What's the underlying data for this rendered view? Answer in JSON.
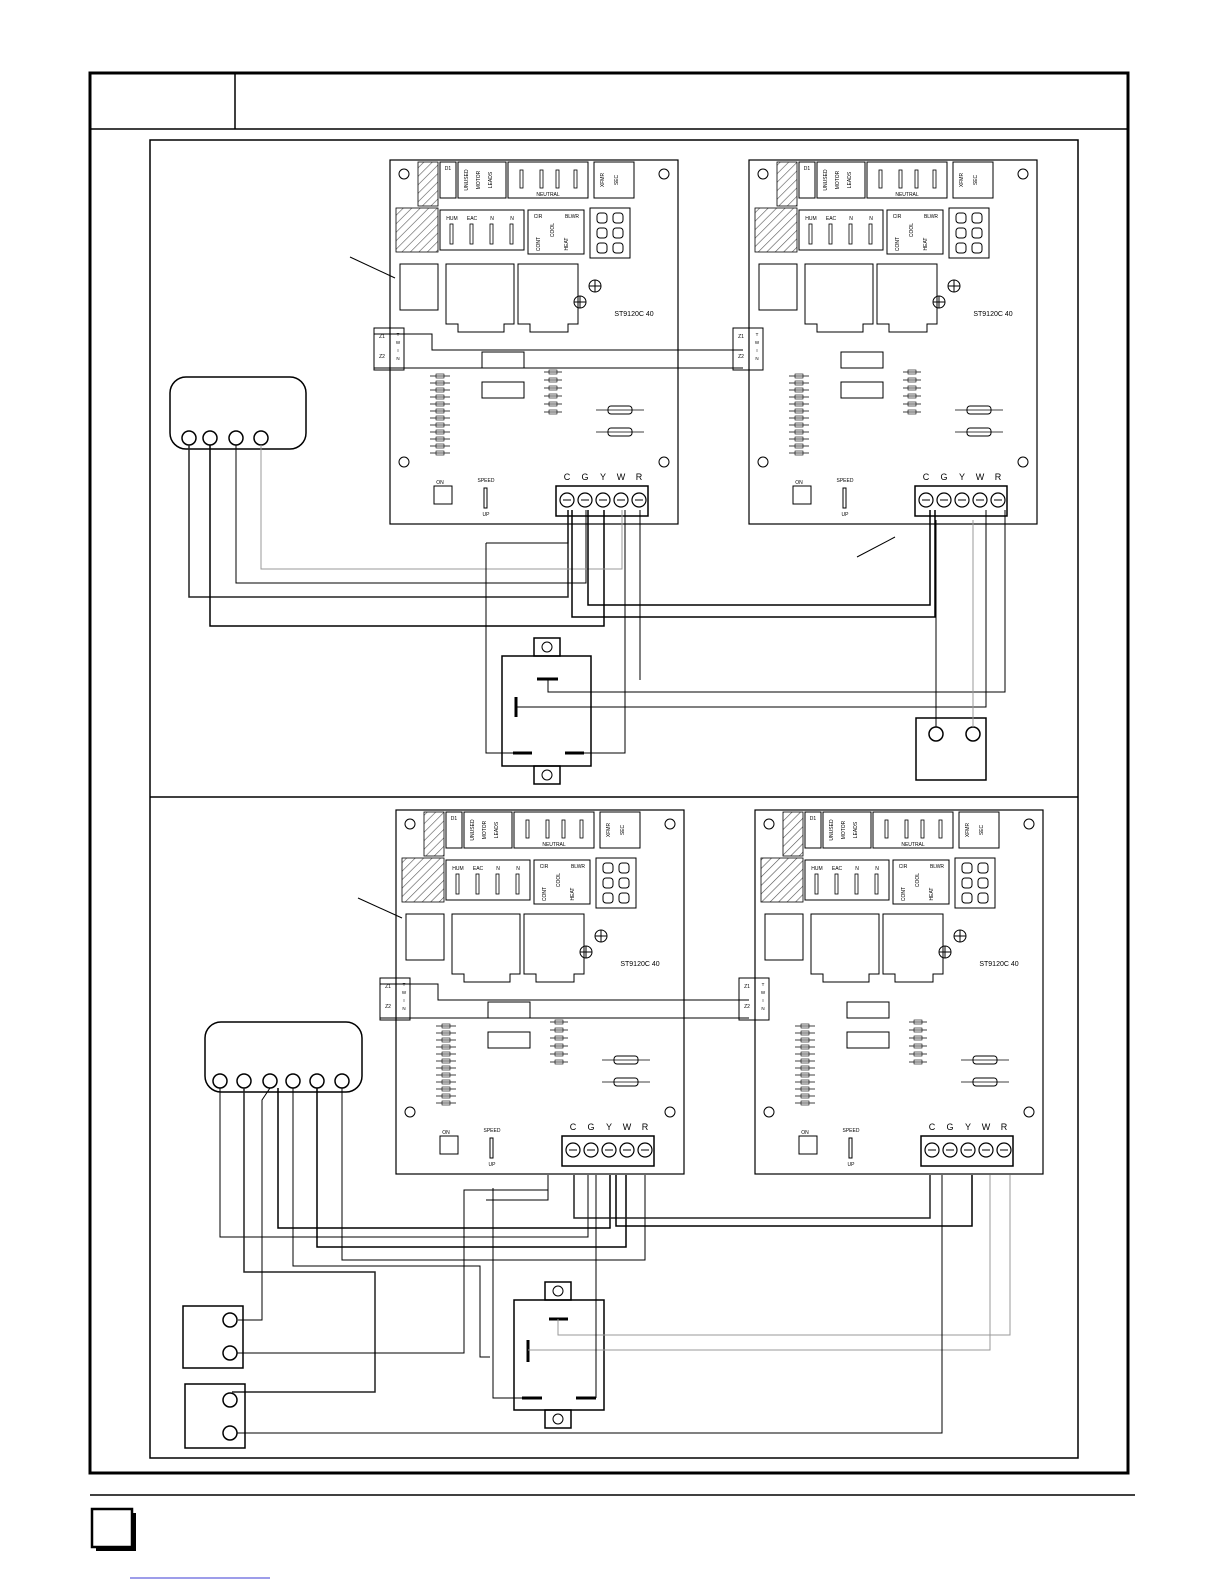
{
  "page": {
    "header_label_box": "",
    "header_title": "",
    "footer_link_text": ""
  },
  "board": {
    "model": "ST9120C 40",
    "top_row_labels": [
      "D1",
      "UNUSED",
      "MOTOR",
      "LEADS",
      "NEUTRAL",
      "XFMR",
      "SEC"
    ],
    "second_row_labels": [
      "HUM",
      "EAC",
      "N",
      "N",
      "CIR",
      "COOL",
      "BLWR",
      "CONT",
      "HEAT"
    ],
    "twin_labels": [
      "Z1",
      "Z2",
      "T",
      "W",
      "I",
      "N"
    ],
    "dip_label": "ON",
    "speed_label": "SPEED",
    "up_label": "UP",
    "terminals": [
      "C",
      "G",
      "Y",
      "W",
      "R"
    ]
  },
  "colors": {
    "line": "#000000",
    "wire_gray": "#999999",
    "hatch": "#555555",
    "link": "#3b3bd6"
  }
}
